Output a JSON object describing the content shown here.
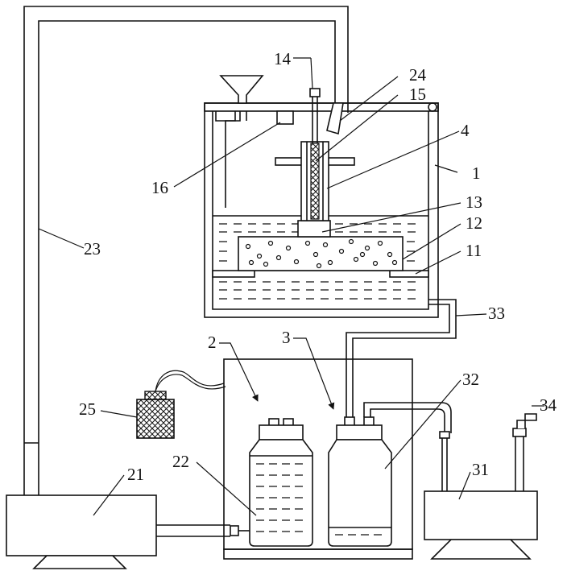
{
  "labels": {
    "l1": "1",
    "l2": "2",
    "l3": "3",
    "l4": "4",
    "l11": "11",
    "l12": "12",
    "l13": "13",
    "l14": "14",
    "l15": "15",
    "l16": "16",
    "l21": "21",
    "l22": "22",
    "l23": "23",
    "l24": "24",
    "l25": "25",
    "l31": "31",
    "l32": "32",
    "l33": "33",
    "l34": "34"
  }
}
